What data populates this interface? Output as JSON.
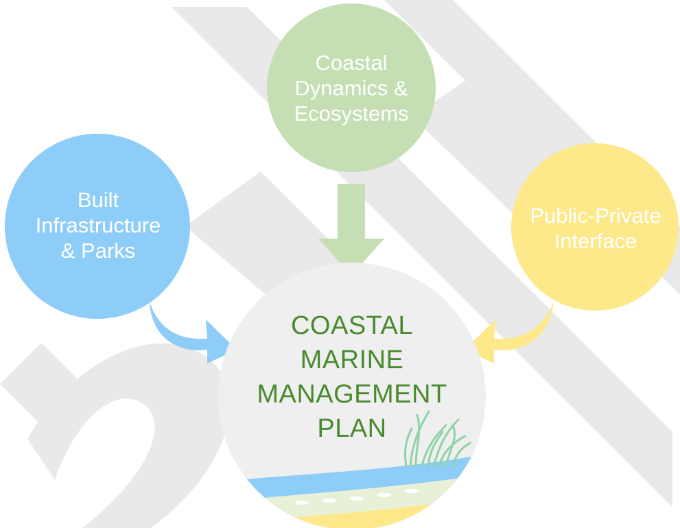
{
  "center": {
    "lines": [
      "COASTAL",
      "MARINE",
      "MANAGEMENT",
      "PLAN"
    ],
    "text_color": "#4a8a2f",
    "fill_color": "#efefef"
  },
  "nodes": {
    "coastal_dynamics": {
      "lines": [
        "Coastal",
        "Dynamics &",
        "Ecosystems"
      ],
      "color": "#c5deb3"
    },
    "built_infrastructure": {
      "lines": [
        "Built",
        "Infrastructure",
        "& Parks"
      ],
      "color": "#8ecdf8"
    },
    "public_private": {
      "lines": [
        "Public-Private",
        "Interface"
      ],
      "color": "#fde88a"
    }
  },
  "watermark": {
    "color": "#e9e9e9"
  }
}
